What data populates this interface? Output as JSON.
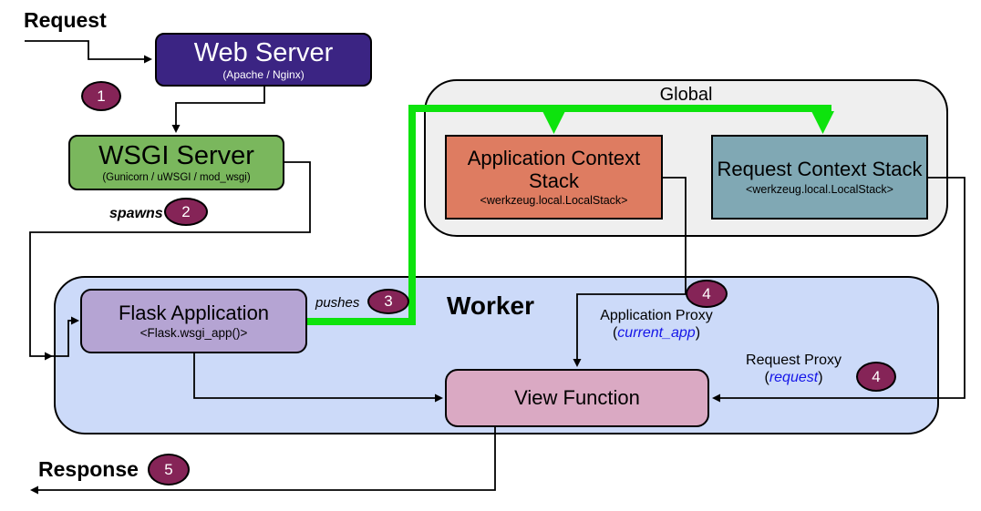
{
  "diagram": {
    "flow_labels": {
      "request": "Request",
      "response": "Response",
      "spawns": "spawns",
      "pushes": "pushes"
    },
    "groups": {
      "global": "Global",
      "worker": "Worker"
    },
    "nodes": {
      "web_server": {
        "title": "Web Server",
        "subtitle": "(Apache / Nginx)"
      },
      "wsgi_server": {
        "title": "WSGI Server",
        "subtitle": "(Gunicorn / uWSGI / mod_wsgi)"
      },
      "app_context_stack": {
        "title": "Application Context Stack",
        "subtitle": "<werkzeug.local.LocalStack>"
      },
      "request_context_stack": {
        "title": "Request Context Stack",
        "subtitle": "<werkzeug.local.LocalStack>"
      },
      "flask_application": {
        "title": "Flask Application",
        "subtitle": "<Flask.wsgi_app()>"
      },
      "view_function": {
        "title": "View Function"
      }
    },
    "proxies": {
      "application": {
        "label": "Application Proxy",
        "open": "(",
        "var": "current_app",
        "close": ")"
      },
      "request": {
        "label": "Request Proxy",
        "open": "(",
        "var": "request",
        "close": ")"
      }
    },
    "steps": {
      "s1": "1",
      "s2": "2",
      "s3": "3",
      "s4a": "4",
      "s4b": "4",
      "s5": "5"
    },
    "colors": {
      "web_server": "#3b2483",
      "wsgi_server": "#7ab75d",
      "app_context_stack": "#de7c61",
      "request_context_stack": "#80a8b4",
      "flask_application": "#b5a4d3",
      "view_function": "#daa9c3",
      "worker_container": "#ccdaf9",
      "global_container": "#efefef",
      "step_badge": "#852457",
      "push_arrow_green": "#0de30d",
      "proxy_var_blue": "#1515e8"
    }
  }
}
